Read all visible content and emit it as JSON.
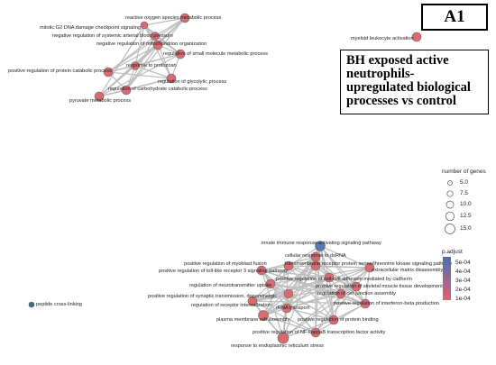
{
  "panel_label": "A1",
  "title": "BH exposed active neutrophils- upregulated biological processes vs control",
  "legend": {
    "size_title": "number of genes",
    "size_values": [
      "5.0",
      "7.5",
      "10.0",
      "12.5",
      "15.0"
    ],
    "color_title": "p.adjust",
    "color_values": [
      "5e-04",
      "4e-04",
      "3e-04",
      "2e-04",
      "1e-04"
    ],
    "color_high": "#4a6fb5",
    "color_low": "#e06070"
  },
  "clusters": {
    "top": [
      "reactive oxygen species metabolic process",
      "mitotic G2 DNA damage checkpoint signaling",
      "negative regulation of systemic arterial blood pressure",
      "negative regulation of mitochondrion organization",
      "regulation of small molecule metabolic process",
      "positive regulation of protein catabolic process",
      "response to protozoan",
      "regulation of glycolytic process",
      "regulation of carbohydrate catabolic process",
      "pyruvate metabolic process"
    ],
    "single_top": "myeloid leukocyte activation",
    "single_left": "peptide cross-linking",
    "bottom": [
      "innate immune response-activating signaling pathway",
      "cellular response to dsRNA",
      "positive regulation of myoblast fusion",
      "transmembrane receptor protein serine/threonine kinase signaling pathway",
      "positive regulation of toll-like receptor 3 signaling pathway",
      "extracellular matrix disassembly",
      "positive regulation of cell-cell adhesion mediated by cadherin",
      "regulation of neurotransmitter uptake",
      "positive regulation of skeletal muscle tissue development",
      "positive regulation of synaptic transmission, dopaminergic",
      "regulation of cell junction assembly",
      "regulation of receptor internalization",
      "rRNA transport",
      "positive regulation of interferon-beta production",
      "plasma membrane raft assembly",
      "positive regulation of protein binding",
      "positive regulation of NF-kappaB transcription factor activity",
      "response to endoplasmic reticulum stress"
    ]
  }
}
